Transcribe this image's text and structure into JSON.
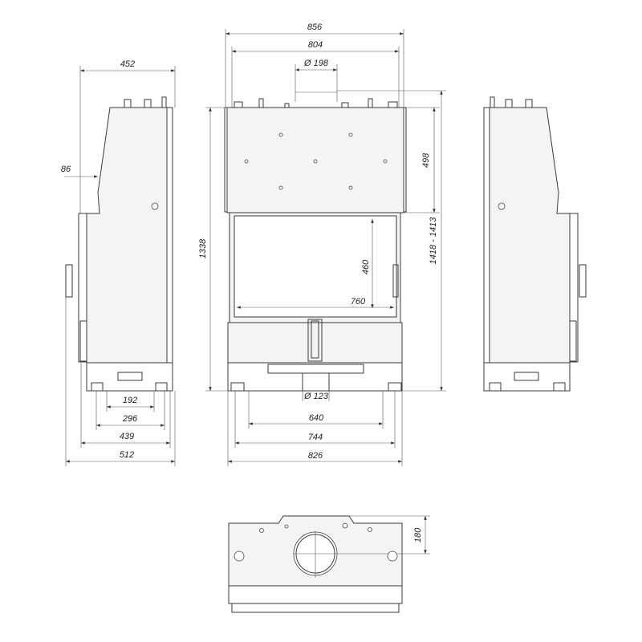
{
  "drawing": {
    "front_view": {
      "overall_width": "856",
      "hood_width": "804",
      "top_outlet_diameter": "Ø 198",
      "hood_height": "498",
      "total_height": "1338",
      "total_height_range": "1418 - 1413",
      "glass_height": "460",
      "glass_width": "760",
      "bottom_inlet_diameter": "Ø 123",
      "feet_inner_span": "640",
      "feet_outer_span": "744",
      "body_width": "826"
    },
    "side_view": {
      "top_depth": "452",
      "offset": "86",
      "feet_inner_span": "192",
      "feet_span": "296",
      "base_depth": "439",
      "overall_depth": "512"
    },
    "top_view": {
      "outlet_offset": "180"
    }
  }
}
